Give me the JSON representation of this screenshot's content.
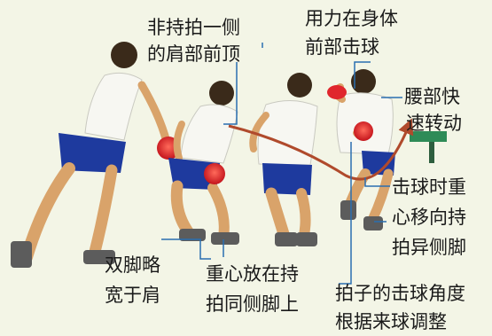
{
  "labels": {
    "shoulder_top_1": "非持拍一侧",
    "shoulder_top_2": "的肩部前顶",
    "force_front_1": "用力在身体",
    "force_front_2": "前部击球",
    "waist_turn_1": "腰部快",
    "waist_turn_2": "速转动",
    "weight_shift_1": "击球时重",
    "weight_shift_2": "心移向持",
    "weight_shift_3": "拍异侧脚",
    "feet_width_1": "双脚略",
    "feet_width_2": "宽于肩",
    "weight_same_1": "重心放在持",
    "weight_same_2": "拍同侧脚上",
    "racket_angle_1": "拍子的击球角度",
    "racket_angle_2": "根据来球调整"
  },
  "colors": {
    "background": "#f3f5e6",
    "leader_line": "#2a6fb0",
    "swing_arrow": "#b04a2c",
    "shirt": "#f7f7f2",
    "shorts": "#1e3a9e",
    "skin": "#d9a36a",
    "racket": "#e0262d",
    "table": "#2e8b57"
  },
  "icons": {
    "player_figure": "table-tennis-player-figure",
    "swing_arrow": "curved-swing-arrow"
  }
}
